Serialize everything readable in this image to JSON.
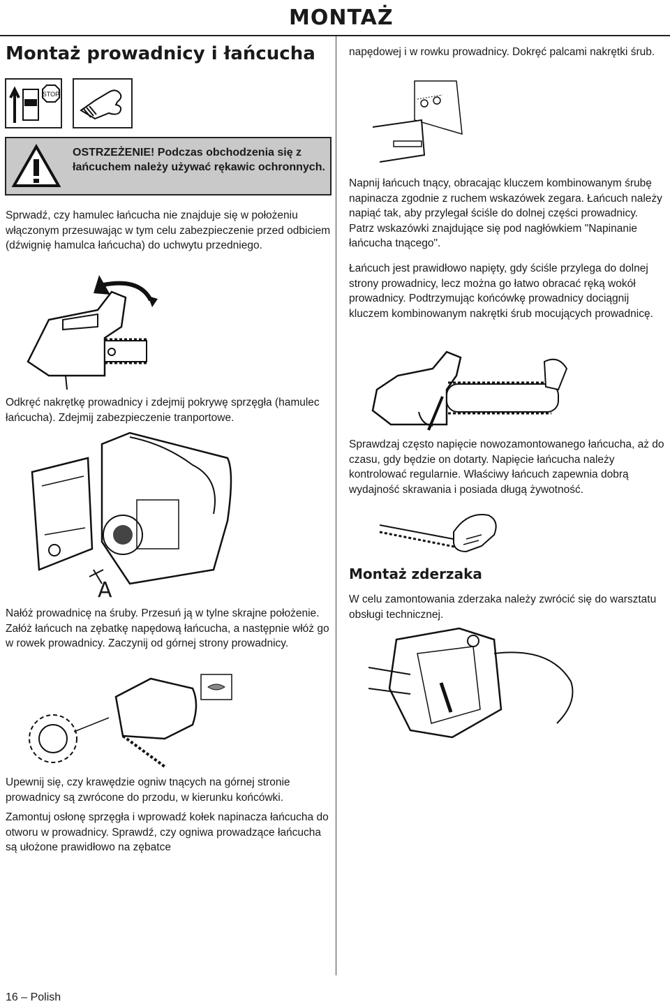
{
  "header": {
    "title": "MONTAŻ"
  },
  "left": {
    "title": "Montaż prowadnicy i łańcucha",
    "warning": "OSTRZEŻENIE! Podczas obchodzenia się z łańcuchem należy używać rękawic ochronnych.",
    "p1": "Sprwadź, czy hamulec łańcucha nie znajduje się w położeniu włączonym przesuwając w tym celu zabezpieczenie przed odbiciem (dźwignię hamulca łańcucha) do uchwytu przedniego.",
    "p2": "Odkręć nakrętkę prowadnicy i zdejmij pokrywę sprzęgła (hamulec łańcucha). Zdejmij zabezpieczenie tranportowe.",
    "figure_label_a": "A",
    "p3": "Nałóż prowadnicę na śruby. Przesuń ją w tylne skrajne położenie. Załóż łańcuch na zębatkę napędową łańcucha, a następnie włóż go w rowek prowadnicy. Zaczynij od górnej strony prowadnicy.",
    "p4": "Upewnij się, czy krawędzie ogniw tnących na górnej stronie prowadnicy są zwrócone do przodu, w kierunku końcówki.",
    "p5": "Zamontuj osłonę sprzęgła i wprowadź kołek napinacza łańcucha do otworu w prowadnicy. Sprawdź, czy ogniwa prowadzące łańcucha są ułożone prawidłowo na zębatce",
    "stop_label": "STOP"
  },
  "right": {
    "p1": "napędowej i w rowku prowadnicy. Dokręć palcami nakrętki śrub.",
    "p2": "Napnij łańcuch tnący, obracając kluczem kombinowanym śrubę napinacza zgodnie z ruchem wskazówek zegara. Łańcuch należy napiąć tak, aby przylegał ściśle do dolnej części prowadnicy. Patrz wskazówki znajdujące się pod nagłówkiem \"Napinanie łańcucha tnącego\".",
    "p3": "Łańcuch jest prawidłowo napięty, gdy ściśle przylega do dolnej strony prowadnicy, lecz można go łatwo obracać ręką wokół prowadnicy. Podtrzymując końcówkę prowadnicy dociągnij kluczem kombinowanym nakrętki śrub mocujących prowadnicę.",
    "p4": "Sprawdzaj często napięcie nowozamontowanego łańcucha, aż do czasu, gdy będzie on dotarty. Napięcie łańcucha należy kontrolować regularnie. Właściwy łańcuch zapewnia dobrą wydajność skrawania i posiada długą żywotność.",
    "title2": "Montaż zderzaka",
    "p5": "W celu zamontowania zderzaka należy zwrócić się do warsztatu obsługi technicznej."
  },
  "footer": {
    "page": "16 – Polish"
  }
}
